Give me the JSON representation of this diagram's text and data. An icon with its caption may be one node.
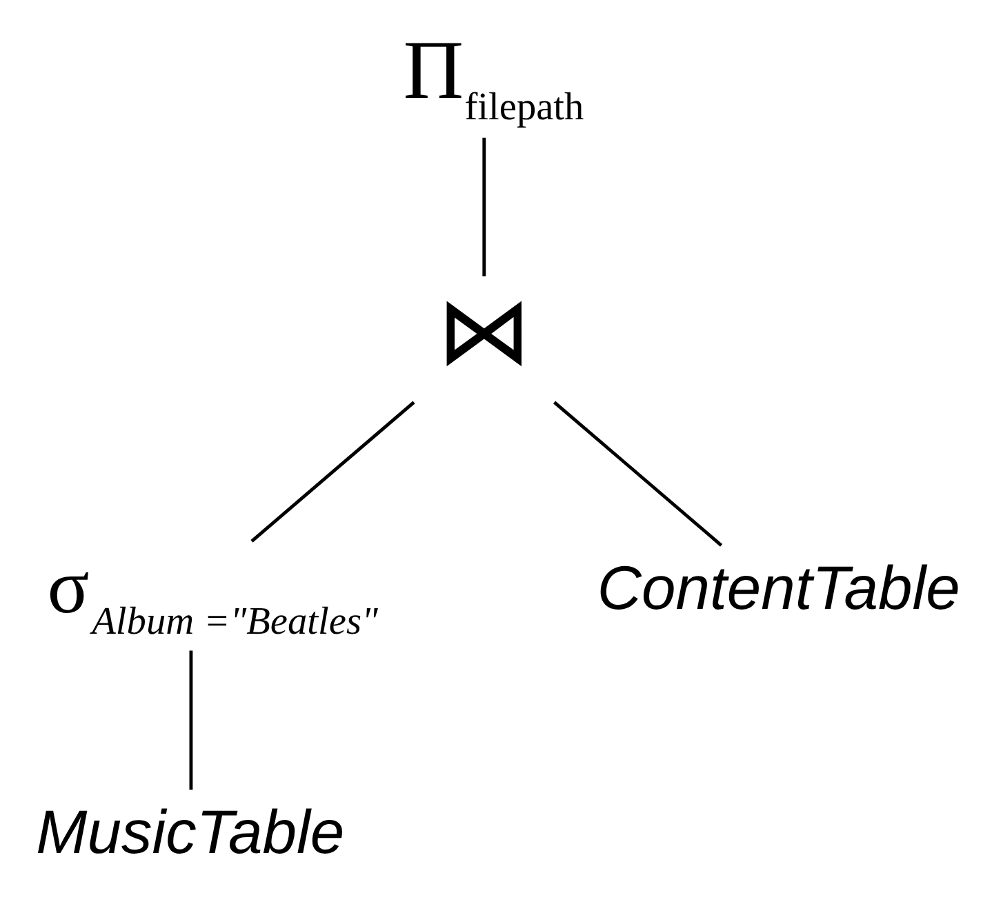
{
  "diagram": {
    "nodes": [
      {
        "text": [
          "Π$_{filepath}$"
        ]
      },
      {
        "text": [
          "⋈"
        ]
      },
      {
        "text": [
          "σ$_{Album =\"Beatles\"}$"
        ]
      },
      {
        "text": [
          "ContentTable"
        ]
      },
      {
        "text": [
          "MusicTable"
        ]
      }
    ],
    "edges": [
      {
        "from": 0,
        "to": 1,
        "arrow": "none"
      },
      {
        "from": 1,
        "to": 2,
        "arrow": "none"
      },
      {
        "from": 1,
        "to": 3,
        "arrow": "none"
      },
      {
        "from": 2,
        "to": 4,
        "arrow": "none"
      }
    ]
  }
}
